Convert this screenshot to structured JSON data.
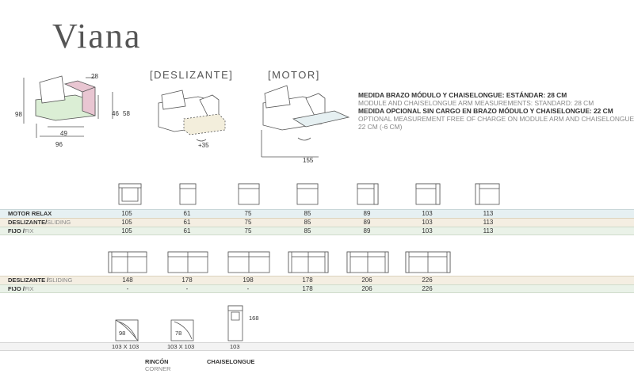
{
  "title": "Viana",
  "variants": {
    "deslizante": "[DESLIZANTE]",
    "motor": "[MOTOR]"
  },
  "dimensions": {
    "arm_width": "28",
    "height_total": "98",
    "seat_height": "46",
    "back_height": "58",
    "seat_depth": "49",
    "depth": "96",
    "slide_extension": "+35",
    "motor_extension": "155"
  },
  "info": {
    "line1_es": "MEDIDA BRAZO MÓDULO Y CHAISELONGUE: ESTÁNDAR: 28 CM",
    "line1_en": "MODULE AND CHAISELONGUE ARM MEASUREMENTS: STANDARD: 28 CM",
    "line2_es": "MEDIDA OPCIONAL SIN CARGO EN BRAZO MÓDULO Y CHAISELONGUE: 22 CM",
    "line2_en": "OPTIONAL MEASUREMENT FREE OF CHARGE ON MODULE ARM AND CHAISELONGUE:",
    "line2_en_cont": "22 CM (-6 CM)"
  },
  "table1": {
    "rows": [
      {
        "label": "MOTOR RELAX",
        "sub": "",
        "values": [
          "105",
          "61",
          "75",
          "85",
          "89",
          "103",
          "113"
        ]
      },
      {
        "label": "DESLIZANTE/",
        "sub": "SLIDING",
        "values": [
          "105",
          "61",
          "75",
          "85",
          "89",
          "103",
          "113"
        ]
      },
      {
        "label": "FIJO /",
        "sub": "FIX",
        "values": [
          "105",
          "61",
          "75",
          "85",
          "89",
          "103",
          "113"
        ]
      }
    ]
  },
  "table2": {
    "rows": [
      {
        "label": "DESLIZANTE /",
        "sub": "SLIDING",
        "values": [
          "148",
          "178",
          "198",
          "178",
          "206",
          "226"
        ]
      },
      {
        "label": "FIJO /",
        "sub": "FIX",
        "values": [
          "-",
          "-",
          "-",
          "178",
          "206",
          "226"
        ]
      }
    ]
  },
  "corners": {
    "corner1_code": "98",
    "corner2_code": "78",
    "corner1_size": "103 X 103",
    "corner2_size": "103 X 103",
    "chaise_length": "168",
    "chaise_width": "103",
    "rincon_label": "RINCÓN",
    "rincon_sub": "CORNER",
    "chaise_label": "CHAISELONGUE"
  },
  "colors": {
    "band_blue": "#e6f0f2",
    "band_beige": "#f4eee2",
    "band_green": "#eaf2e8",
    "band_gray": "#f3f3f3",
    "accent_pink": "#e9c6d2",
    "accent_green": "#dbeed5",
    "accent_cream": "#f3eedc"
  }
}
